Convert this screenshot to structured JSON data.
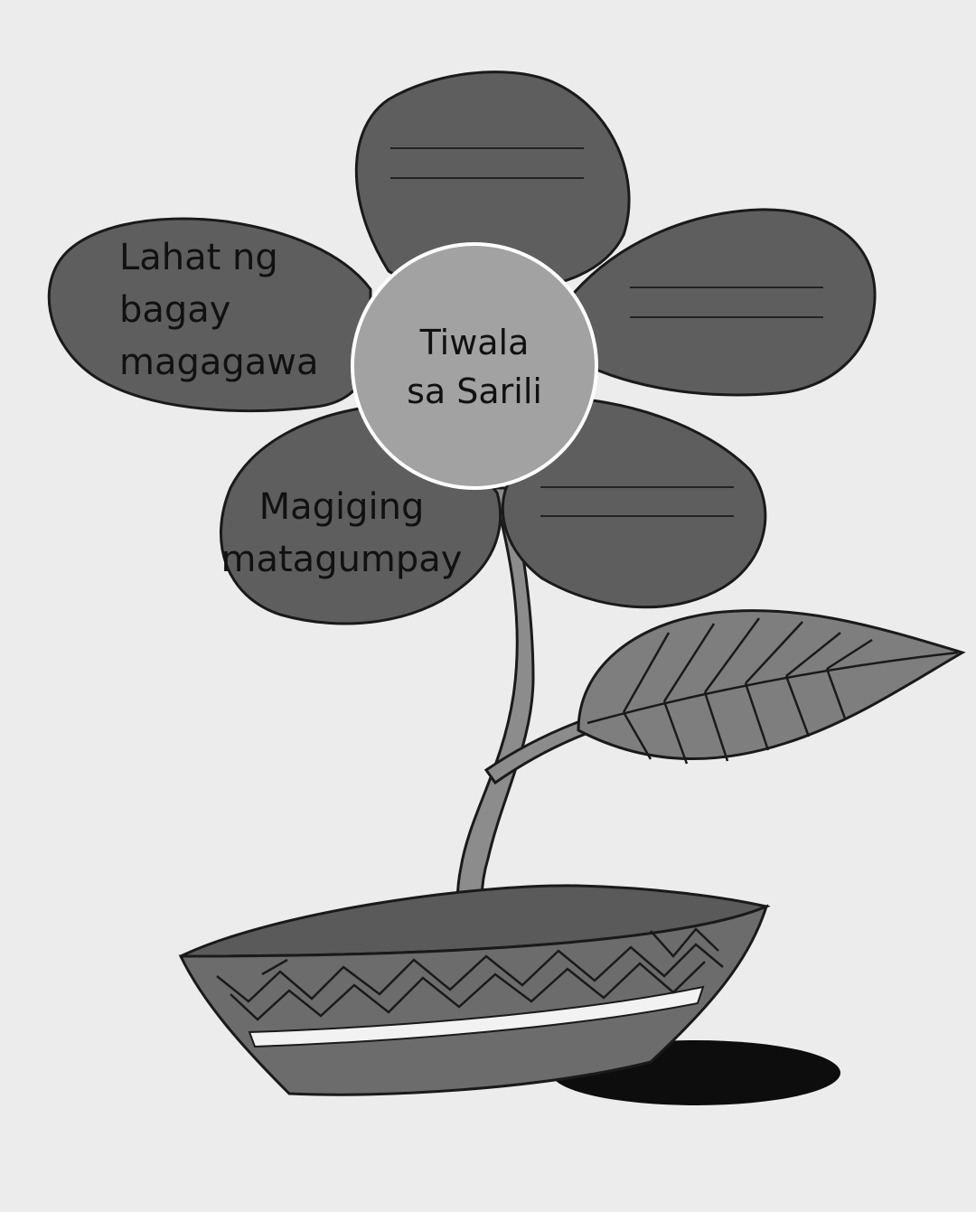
{
  "diagram": {
    "center": {
      "line1": "Tiwala",
      "line2": "sa Sarili"
    },
    "petals": {
      "top": {
        "blank_lines": 2
      },
      "upper_left": {
        "line1": "Lahat ng",
        "line2": "bagay",
        "line3": "magagawa"
      },
      "upper_right": {
        "blank_lines": 2
      },
      "lower_left": {
        "line1": "Magiging",
        "line2": "matagumpay"
      },
      "lower_right": {
        "blank_lines": 2
      }
    }
  },
  "colors": {
    "background": "#ececec",
    "petal": "#5e5e5e",
    "center": "#a2a2a2",
    "stem": "#8c8c8c",
    "leaf": "#7e7e7e",
    "pot": "#6c6c6c",
    "outline": "#1a1a1a"
  }
}
